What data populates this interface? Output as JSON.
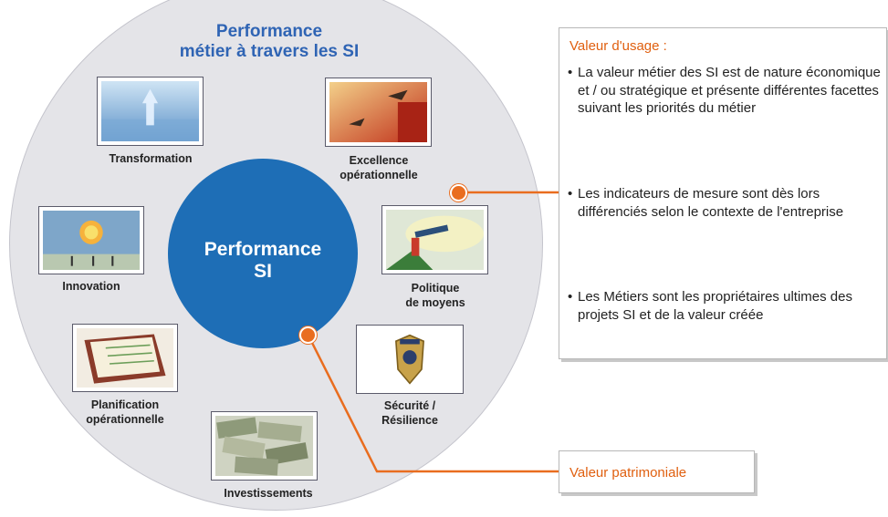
{
  "outer": {
    "title": "Performance\nmétier à travers les SI"
  },
  "center": {
    "label": "Performance\nSI"
  },
  "facets": [
    {
      "label": "Transformation"
    },
    {
      "label": "Excellence\nopérationnelle"
    },
    {
      "label": "Innovation"
    },
    {
      "label": "Politique\nde moyens"
    },
    {
      "label": "Planification\nopérationnelle"
    },
    {
      "label": "Sécurité /\nRésilience"
    },
    {
      "label": "Investissements"
    }
  ],
  "usage_box": {
    "title": "Valeur d'usage :",
    "bullets": [
      "La valeur métier des SI est de nature économique et / ou stratégique et présente différentes facettes suivant les priorités du métier",
      "Les indicateurs de mesure sont dès lors différenciés selon le contexte de l'entreprise",
      "Les Métiers sont les propriétaires ultimes des projets SI et de la valeur créée"
    ]
  },
  "heritage_box": {
    "title": "Valeur patrimoniale"
  },
  "colors": {
    "accent_orange": "#e96d1f",
    "center_blue": "#1e6eb6",
    "title_blue": "#2f64b4",
    "ring_gray": "#e4e4e8"
  },
  "icons": [
    "arrow-up-water-image",
    "fighter-jets-image",
    "lightbulb-image",
    "telescope-image",
    "planner-book-image",
    "police-badge-image",
    "money-pile-image"
  ]
}
